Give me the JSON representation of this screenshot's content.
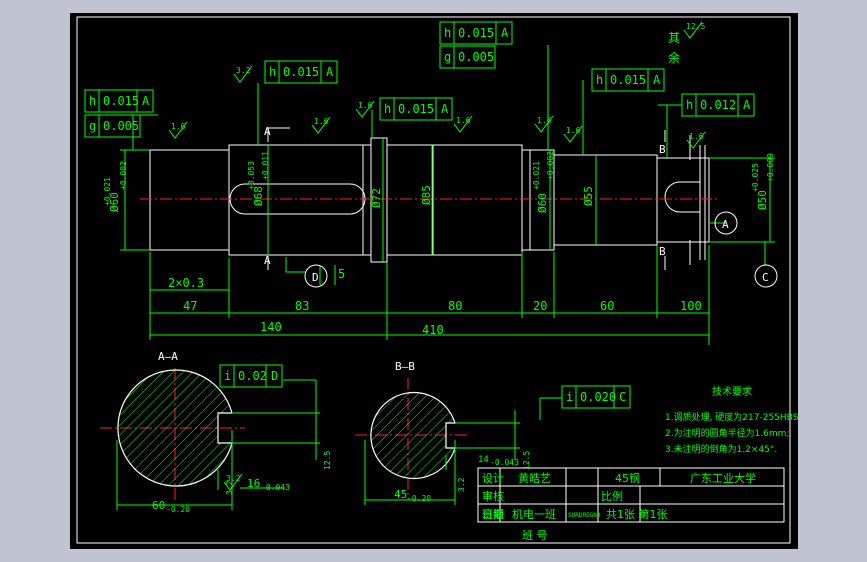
{
  "colors": {
    "background": "#000000",
    "outline": "#ffffff",
    "dimension": "#00ff00",
    "centerline": "#ff2020",
    "hatch": "#00ff00",
    "frame_border": "#c0c4d0"
  },
  "tolerance_frames": [
    {
      "symbol": "h",
      "value": "0.015",
      "datum": "A"
    },
    {
      "symbol": "g",
      "value": "0.005",
      "datum": ""
    },
    {
      "symbol": "h",
      "value": "0.015",
      "datum": "A"
    },
    {
      "symbol": "h",
      "value": "0.015",
      "datum": "A"
    },
    {
      "symbol": "h",
      "value": "0.015",
      "datum": "A"
    },
    {
      "symbol": "g",
      "value": "0.005",
      "datum": ""
    },
    {
      "symbol": "h",
      "value": "0.015",
      "datum": "A"
    },
    {
      "symbol": "h",
      "value": "0.012",
      "datum": "A"
    },
    {
      "symbol": "i",
      "value": "0.02",
      "datum": "D"
    },
    {
      "symbol": "i",
      "value": "0.020",
      "datum": "C"
    }
  ],
  "roughness": [
    "1.6",
    "3.2",
    "1.6",
    "1.6",
    "1.6",
    "1.6",
    "1.6",
    "1.6",
    "12.5",
    "3.2"
  ],
  "remaining_note": [
    "其",
    "余"
  ],
  "diameters": [
    "Ø60",
    "Ø68",
    "Ø72",
    "Ø85",
    "Ø60",
    "Ø55",
    "Ø50"
  ],
  "diameter_tolerances": {
    "d1": {
      "upper": "+0.021",
      "lower": "+0.002"
    },
    "d2": {
      "upper": "+0.053",
      "lower": "+0.011"
    },
    "d5": {
      "upper": "+0.021",
      "lower": "+0.002"
    },
    "d7": {
      "upper": "+0.025",
      "lower": "+0.009"
    }
  },
  "lengths": [
    "2×0.3",
    "47",
    "83",
    "5",
    "80",
    "20",
    "60",
    "100",
    "140",
    "410"
  ],
  "section_labels": {
    "a": "A",
    "b": "B",
    "d": "D",
    "c": "C"
  },
  "sections": {
    "aa": {
      "title": "A—A",
      "width": "60",
      "width_tol": "-0.20",
      "key": "16",
      "key_tol": "-0.043",
      "roughness": [
        "12.5",
        "3.2"
      ]
    },
    "bb": {
      "title": "B—B",
      "width": "45",
      "width_tol": "-0.20",
      "key": "14",
      "key_tol": "-0.043",
      "roughness": [
        "12.5",
        "3.2"
      ]
    }
  },
  "tech": {
    "title": "技术要求",
    "items": [
      "1.调质处理, 硬度为217-255HBS;",
      "2.为注明的圆角半径为1.6mm;",
      "3.未注明的倒角为1.2×45°."
    ]
  },
  "title_block": {
    "design": "设计",
    "check": "审核",
    "date": "日期",
    "name": "黄皓艺",
    "material": "45钢",
    "school": "广东工业大学",
    "scale": "比例",
    "class_prefix": "班级",
    "class_name": "机电一班",
    "sheets": "共1张 第1张",
    "label_bottom": "班  号",
    "stamp": "SURDREGND"
  }
}
